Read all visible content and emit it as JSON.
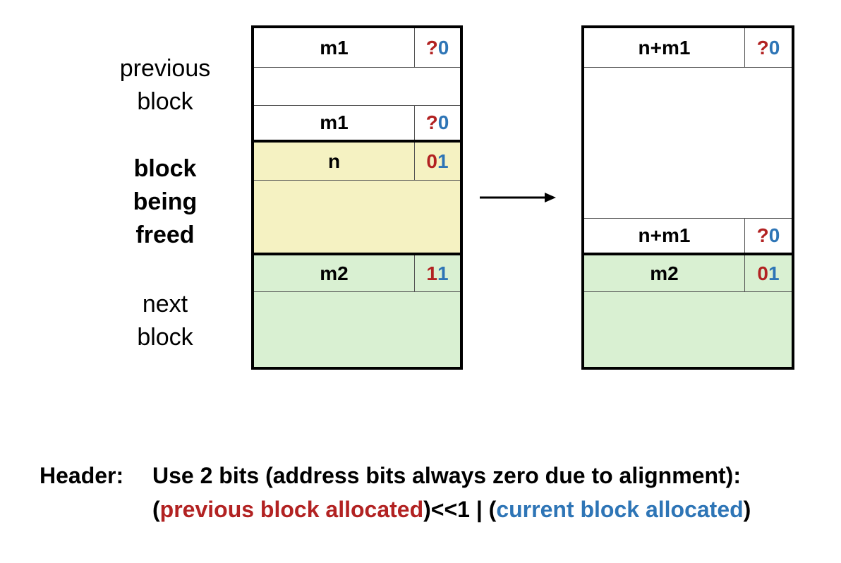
{
  "colors": {
    "red": "#b22222",
    "blue": "#2e75b6",
    "yellow_fill": "#f5f2c2",
    "green_fill": "#d9f0d2"
  },
  "labels": {
    "previous": [
      "previous",
      "block"
    ],
    "freed": [
      "block",
      "being",
      "freed"
    ],
    "next": [
      "next",
      "block"
    ]
  },
  "before": {
    "prev_header": {
      "size": "m1",
      "bit1": "?",
      "bit0": "0"
    },
    "prev_footer": {
      "size": "m1",
      "bit1": "?",
      "bit0": "0"
    },
    "freed_header": {
      "size": "n",
      "bit1": "0",
      "bit0": "1"
    },
    "next_header": {
      "size": "m2",
      "bit1": "1",
      "bit0": "1"
    }
  },
  "after": {
    "merged_header": {
      "size": "n+m1",
      "bit1": "?",
      "bit0": "0"
    },
    "merged_footer": {
      "size": "n+m1",
      "bit1": "?",
      "bit0": "0"
    },
    "next_header": {
      "size": "m2",
      "bit1": "0",
      "bit0": "1"
    }
  },
  "caption": {
    "label": "Header:",
    "line1": "Use 2 bits (address bits always zero due to alignment):",
    "line2_open": "(",
    "line2_prev": "previous block allocated",
    "line2_mid": ")<<1 | (",
    "line2_curr": "current block allocated",
    "line2_close": ")"
  }
}
